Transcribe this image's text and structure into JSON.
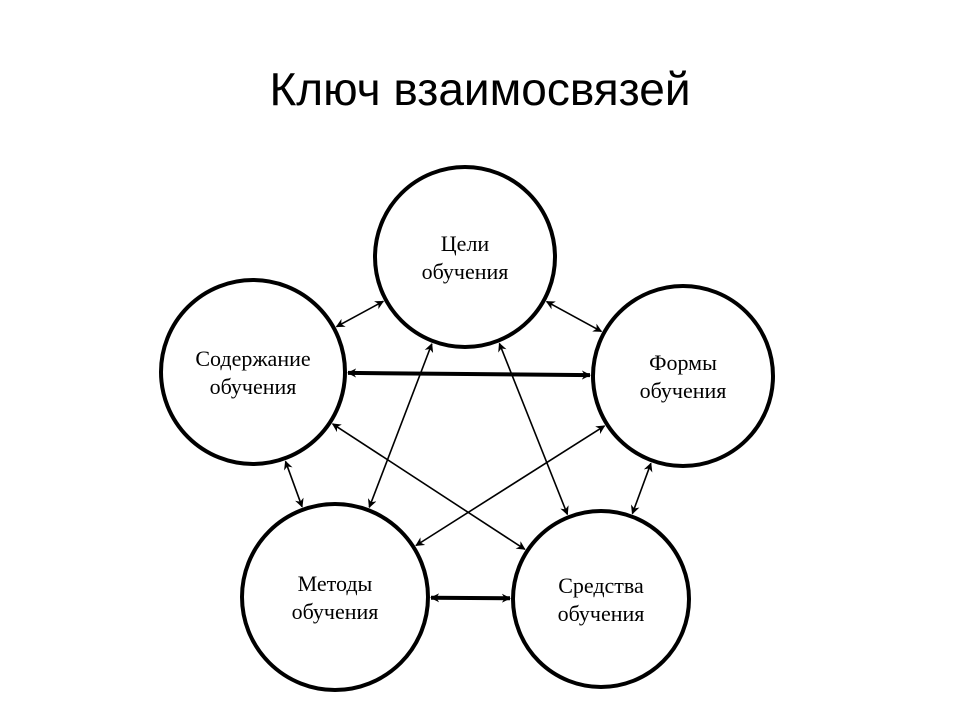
{
  "slide": {
    "title": "Ключ взаимосвязей"
  },
  "diagram": {
    "nodes": [
      {
        "id": "goals",
        "line1": "Цели",
        "line2": "обучения"
      },
      {
        "id": "forms",
        "line1": "Формы",
        "line2": "обучения"
      },
      {
        "id": "means",
        "line1": "Средства",
        "line2": "обучения"
      },
      {
        "id": "methods",
        "line1": "Методы",
        "line2": "обучения"
      },
      {
        "id": "content",
        "line1": "Содержание",
        "line2": "обучения"
      }
    ],
    "connections": [
      {
        "from": "goals",
        "to": "forms"
      },
      {
        "from": "forms",
        "to": "means"
      },
      {
        "from": "means",
        "to": "methods"
      },
      {
        "from": "methods",
        "to": "content"
      },
      {
        "from": "content",
        "to": "goals"
      },
      {
        "from": "content",
        "to": "forms"
      },
      {
        "from": "goals",
        "to": "methods"
      },
      {
        "from": "goals",
        "to": "means"
      },
      {
        "from": "content",
        "to": "means"
      },
      {
        "from": "forms",
        "to": "methods"
      }
    ]
  }
}
